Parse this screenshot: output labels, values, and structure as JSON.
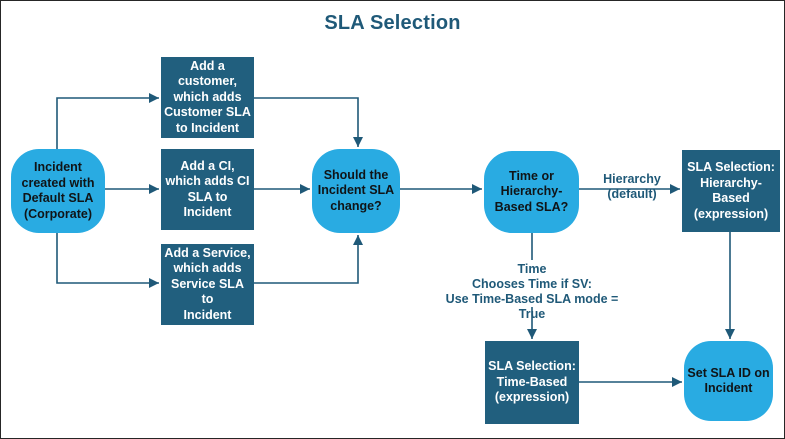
{
  "title": "SLA Selection",
  "colors": {
    "terminator_fill": "#29ABE2",
    "process_fill": "#215F7E",
    "line": "#1F5978",
    "title_text": "#1F5978",
    "process_text": "#FFFFFF",
    "terminator_text": "#101417"
  },
  "nodes": {
    "incident": {
      "label": "Incident\ncreated with\nDefault SLA\n(Corporate)"
    },
    "add_customer": {
      "label": "Add a\ncustomer,\nwhich adds\nCustomer SLA\nto Incident"
    },
    "add_ci": {
      "label": "Add a CI,\nwhich adds CI\nSLA to Incident"
    },
    "add_service": {
      "label": "Add a Service,\nwhich adds\nService SLA to\nIncident"
    },
    "should_change": {
      "label": "Should the\nIncident SLA\nchange?"
    },
    "time_or_hierarchy": {
      "label": "Time or\nHierarchy-\nBased SLA?"
    },
    "hierarchy_based": {
      "label": "SLA Selection:\nHierarchy-\nBased\n(expression)"
    },
    "time_based": {
      "label": "SLA Selection:\nTime-Based\n(expression)"
    },
    "set_sla_id": {
      "label": "Set SLA ID on\nIncident"
    }
  },
  "edge_labels": {
    "hierarchy_default": "Hierarchy\n(default)",
    "time_condition": "Time\nChooses Time if SV:\nUse Time-Based SLA mode = True"
  }
}
